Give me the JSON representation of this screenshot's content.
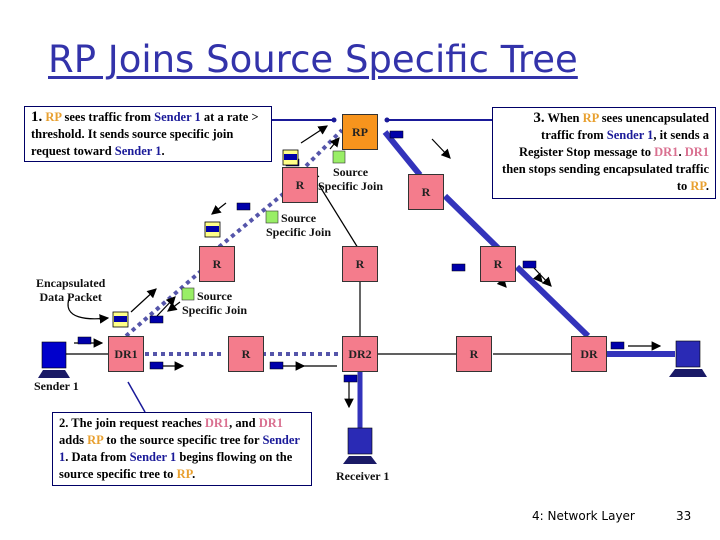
{
  "slide": {
    "title": "RP Joins Source Specific Tree",
    "footer_chapter": "4: Network Layer",
    "page_number": "33"
  },
  "callouts": {
    "step1": {
      "num": "1.",
      "parts": [
        "RP",
        " sees traffic from ",
        "Sender 1",
        " at a rate > threshold. It sends source specific join request toward ",
        "Sender 1",
        "."
      ]
    },
    "step2": {
      "parts": [
        "2. The join request reaches ",
        "DR1",
        ", and ",
        "DR1",
        " adds ",
        "RP",
        " to the source specific tree for ",
        "Sender 1",
        ". Data from ",
        "Sender 1",
        " begins flowing on the source specific tree to ",
        "RP",
        "."
      ]
    },
    "step3": {
      "num": "3.",
      "parts": [
        " When ",
        "RP",
        " sees unencapsulated traffic from ",
        "Sender 1",
        ", it sends a Register Stop message to ",
        "DR1",
        ". ",
        "DR1",
        " then stops sending encapsulated traffic to ",
        "RP",
        "."
      ]
    }
  },
  "nodes": {
    "rp": "RP",
    "r_upper_left": "R",
    "r_upper_right": "R",
    "r_mid_left": "R",
    "r_mid_center": "R",
    "r_mid_right": "R",
    "dr1": "DR1",
    "r_bottom_left": "R",
    "dr2": "DR2",
    "r_bottom_center": "R",
    "dr": "DR"
  },
  "labels": {
    "sender1": "Sender 1",
    "receiver1": "Receiver 1",
    "encapsulated": "Encapsulated\nData Packet",
    "encapsulated_line1": "Encapsulated",
    "encapsulated_line2": "Data Packet",
    "ssj_line1": "Source",
    "ssj_line2": "Specific Join"
  },
  "colors": {
    "title": "#3333aa",
    "router": "#f47c8c",
    "rp": "#f7941d",
    "link_thick": "#3333bb",
    "join_green": "#99ee66",
    "packet_blue": "#0000aa",
    "encap_yellow": "#ffff88",
    "rp_text": "#e8a030",
    "sender_text": "#1a1a99",
    "dr1_text": "#d97090"
  }
}
